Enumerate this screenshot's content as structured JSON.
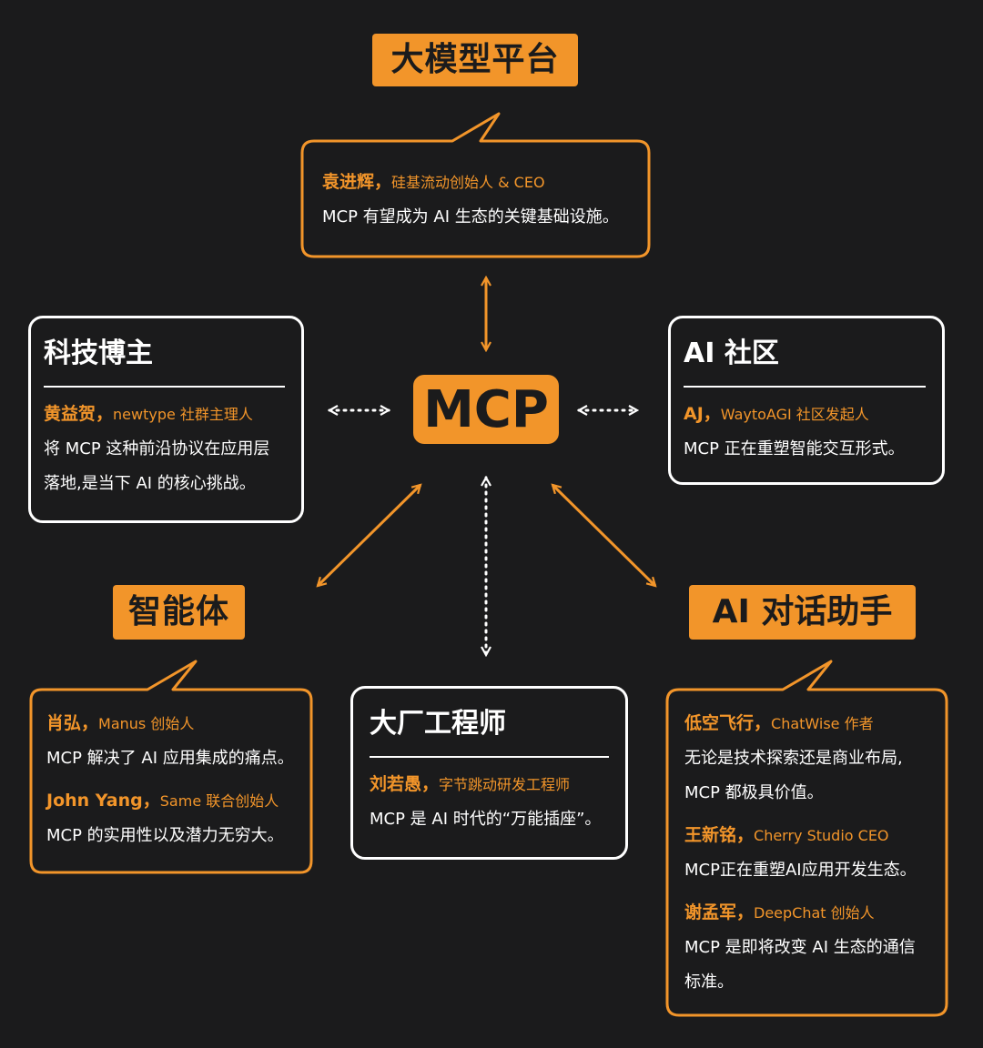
{
  "colors": {
    "accent": "#f2952a",
    "background": "#1b1b1c",
    "white": "#ffffff"
  },
  "center": {
    "label": "MCP"
  },
  "categories": {
    "platform": "大模型平台",
    "blogger": "科技博主",
    "community": "AI 社区",
    "agent": "智能体",
    "engineer": "大厂工程师",
    "assistant": "AI 对话助手"
  },
  "quotes": {
    "yuan": {
      "name": "袁进辉，",
      "role": "硅基流动创始人 & CEO",
      "lines": [
        "MCP 有望成为 AI 生态的关键基础设施。"
      ]
    },
    "huang": {
      "name": "黄益贺，",
      "role": "newtype 社群主理人",
      "lines": [
        "将 MCP 这种前沿协议在应用层",
        "落地,是当下 AI 的核心挑战。"
      ]
    },
    "aj": {
      "name": "AJ，",
      "role": "WaytoAGI 社区发起人",
      "lines": [
        "MCP 正在重塑智能交互形式。"
      ]
    },
    "xiao": {
      "name": "肖弘，",
      "role": "Manus 创始人",
      "lines": [
        "MCP 解决了 AI 应用集成的痛点。"
      ]
    },
    "john": {
      "name": "John Yang，",
      "role": "Same 联合创始人",
      "lines": [
        "MCP 的实用性以及潜力无穷大。"
      ]
    },
    "liu": {
      "name": "刘若愚，",
      "role": "字节跳动研发工程师",
      "lines": [
        "MCP 是 AI 时代的“万能插座”。"
      ]
    },
    "di": {
      "name": "低空飞行，",
      "role": "ChatWise 作者",
      "lines": [
        "无论是技术探索还是商业布局,",
        "MCP 都极具价值。"
      ]
    },
    "wang": {
      "name": "王新铭，",
      "role": "Cherry Studio CEO",
      "lines": [
        "MCP正在重塑AI应用开发生态。"
      ]
    },
    "xie": {
      "name": "谢孟军，",
      "role": "DeepChat 创始人",
      "lines": [
        "MCP 是即将改变 AI 生态的通信",
        "标准。"
      ]
    }
  }
}
